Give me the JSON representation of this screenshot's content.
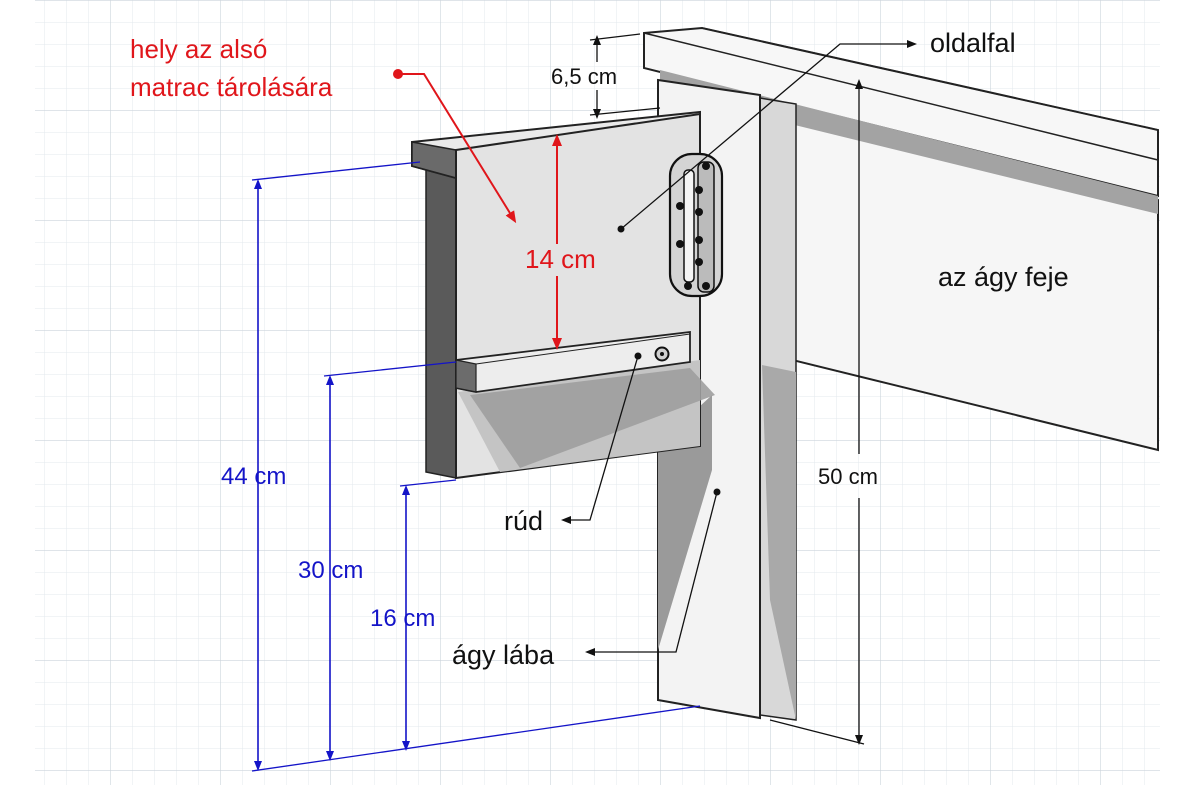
{
  "labels": {
    "storage_line1": "hely az alsó",
    "storage_line2": "matrac tárolására",
    "side_wall": "oldalfal",
    "headboard": "az ágy feje",
    "rod": "rúd",
    "bed_leg": "ágy lába"
  },
  "dimensions": {
    "top_gap": "6,5 cm",
    "inner_height": "14 cm",
    "total_44": "44 cm",
    "rod_30": "30 cm",
    "bottom_16": "16 cm",
    "head_50": "50 cm"
  },
  "colors": {
    "grid": "#d6dde4",
    "red": "#e0161b",
    "blue": "#1414c8",
    "panel_face": "#e2e2e2",
    "panel_dark": "#5f5f5f",
    "leg_face": "#f0f0f0"
  }
}
